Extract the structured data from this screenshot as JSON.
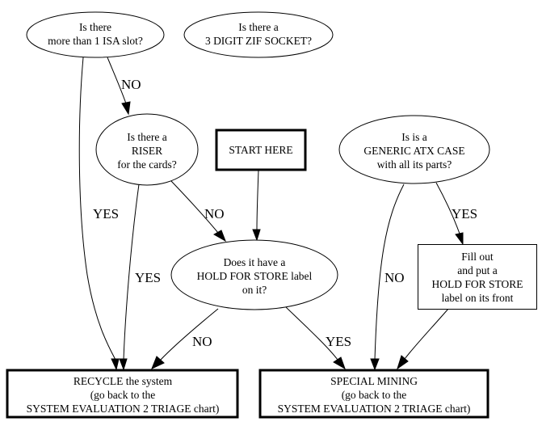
{
  "diagram": {
    "type": "flowchart",
    "nodes": [
      {
        "id": "isa",
        "shape": "ellipse",
        "lines": [
          "Is there",
          "more than 1 ISA slot?"
        ]
      },
      {
        "id": "zif",
        "shape": "ellipse",
        "lines": [
          "Is there a",
          "3 DIGIT ZIF SOCKET?"
        ]
      },
      {
        "id": "riser",
        "shape": "ellipse",
        "lines": [
          "Is there a",
          "RISER",
          "for the cards?"
        ]
      },
      {
        "id": "start",
        "shape": "box-bold",
        "lines": [
          "START HERE"
        ]
      },
      {
        "id": "atx",
        "shape": "ellipse",
        "lines": [
          "Is is a",
          "GENERIC ATX CASE",
          "with all its parts?"
        ]
      },
      {
        "id": "hold",
        "shape": "ellipse",
        "lines": [
          "Does it have a",
          "HOLD FOR STORE label",
          "on it?"
        ]
      },
      {
        "id": "fill",
        "shape": "box",
        "lines": [
          "Fill out",
          "and put a",
          "HOLD FOR STORE",
          "label on its front"
        ]
      },
      {
        "id": "recycle",
        "shape": "box-bold",
        "lines": [
          "RECYCLE the system",
          "(go back to the",
          "SYSTEM EVALUATION 2 TRIAGE chart)"
        ]
      },
      {
        "id": "mining",
        "shape": "box-bold",
        "lines": [
          "SPECIAL MINING",
          "(go back to the",
          "SYSTEM EVALUATION 2 TRIAGE chart)"
        ]
      }
    ],
    "edges": [
      {
        "from": "isa",
        "to": "riser",
        "label": "NO"
      },
      {
        "from": "isa",
        "to": "recycle",
        "label": "YES"
      },
      {
        "from": "riser",
        "to": "recycle",
        "label": "YES"
      },
      {
        "from": "riser",
        "to": "hold",
        "label": "NO"
      },
      {
        "from": "start",
        "to": "hold",
        "label": ""
      },
      {
        "from": "hold",
        "to": "recycle",
        "label": "NO"
      },
      {
        "from": "hold",
        "to": "mining",
        "label": "YES"
      },
      {
        "from": "atx",
        "to": "mining",
        "label": "NO"
      },
      {
        "from": "atx",
        "to": "fill",
        "label": "YES"
      },
      {
        "from": "fill",
        "to": "mining",
        "label": ""
      }
    ]
  }
}
